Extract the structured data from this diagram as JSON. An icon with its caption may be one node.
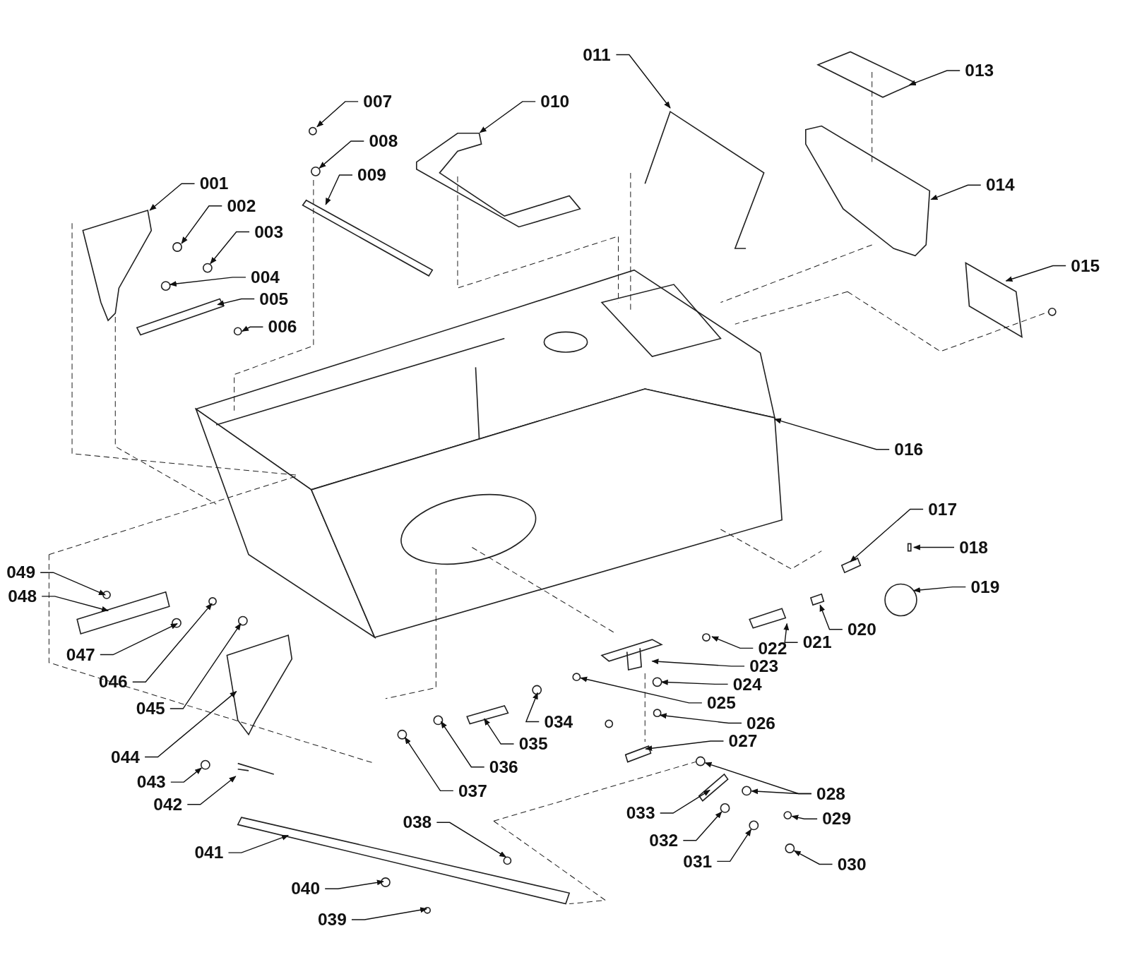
{
  "diagram": {
    "nodes": [
      {
        "text": [
          "001"
        ]
      },
      {
        "text": [
          "002"
        ]
      },
      {
        "text": [
          "003"
        ]
      },
      {
        "text": [
          "004"
        ]
      },
      {
        "text": [
          "005"
        ]
      },
      {
        "text": [
          "006"
        ]
      },
      {
        "text": [
          "007"
        ]
      },
      {
        "text": [
          "008"
        ]
      },
      {
        "text": [
          "009"
        ]
      },
      {
        "text": [
          "010"
        ]
      },
      {
        "text": [
          "011"
        ]
      },
      {
        "text": [
          "013"
        ]
      },
      {
        "text": [
          "014"
        ]
      },
      {
        "text": [
          "015"
        ]
      },
      {
        "text": [
          "016"
        ]
      },
      {
        "text": [
          "017"
        ]
      },
      {
        "text": [
          "018"
        ]
      },
      {
        "text": [
          "019"
        ]
      },
      {
        "text": [
          "020"
        ]
      },
      {
        "text": [
          "021"
        ]
      },
      {
        "text": [
          "022"
        ]
      },
      {
        "text": [
          "023"
        ]
      },
      {
        "text": [
          "024"
        ]
      },
      {
        "text": [
          "025"
        ]
      },
      {
        "text": [
          "026"
        ]
      },
      {
        "text": [
          "027"
        ]
      },
      {
        "text": [
          "028"
        ]
      },
      {
        "text": [
          "029"
        ]
      },
      {
        "text": [
          "030"
        ]
      },
      {
        "text": [
          "031"
        ]
      },
      {
        "text": [
          "032"
        ]
      },
      {
        "text": [
          "033"
        ]
      },
      {
        "text": [
          "034"
        ]
      },
      {
        "text": [
          "035"
        ]
      },
      {
        "text": [
          "036"
        ]
      },
      {
        "text": [
          "037"
        ]
      },
      {
        "text": [
          "038"
        ]
      },
      {
        "text": [
          "039"
        ]
      },
      {
        "text": [
          "040"
        ]
      },
      {
        "text": [
          "041"
        ]
      },
      {
        "text": [
          "042"
        ]
      },
      {
        "text": [
          "043"
        ]
      },
      {
        "text": [
          "044"
        ]
      },
      {
        "text": [
          "045"
        ]
      },
      {
        "text": [
          "046"
        ]
      },
      {
        "text": [
          "047"
        ]
      },
      {
        "text": [
          "048"
        ]
      },
      {
        "text": [
          "049"
        ]
      },
      {
        "text": [],
        "shape": "circle"
      },
      {
        "text": [],
        "shape": "bar"
      },
      {
        "text": [],
        "shape": "circle"
      },
      {
        "text": [],
        "shape": "circle"
      },
      {
        "text": [],
        "shape": "circle"
      },
      {
        "text": [],
        "shape": "circle"
      },
      {
        "text": [],
        "shape": "circle"
      },
      {
        "text": [],
        "shape": "circle"
      },
      {
        "text": [],
        "shape": "circle"
      },
      {
        "text": [],
        "shape": "circle"
      },
      {
        "text": [],
        "shape": "bar"
      }
    ],
    "edges": [
      {
        "from": 0,
        "to": null,
        "arrow": "to"
      },
      {
        "from": 1,
        "to": null,
        "arrow": "to"
      },
      {
        "from": 2,
        "to": null,
        "arrow": "to"
      },
      {
        "from": 3,
        "to": null,
        "arrow": "to"
      },
      {
        "from": 4,
        "to": null,
        "arrow": "to"
      },
      {
        "from": 5,
        "to": null,
        "arrow": "to"
      },
      {
        "from": 6,
        "to": null,
        "arrow": "to"
      },
      {
        "from": 7,
        "to": 48,
        "arrow": "to"
      },
      {
        "from": 8,
        "to": null,
        "arrow": "to"
      },
      {
        "from": 9,
        "to": null,
        "arrow": "to"
      },
      {
        "from": 10,
        "to": null,
        "arrow": "to"
      },
      {
        "from": 11,
        "to": null,
        "arrow": "to"
      },
      {
        "from": 12,
        "to": null,
        "arrow": "to"
      },
      {
        "from": 13,
        "to": null,
        "arrow": "to"
      },
      {
        "from": 14,
        "to": null,
        "arrow": "to"
      },
      {
        "from": 15,
        "to": null,
        "arrow": "to"
      },
      {
        "from": 16,
        "to": 49,
        "arrow": "to"
      },
      {
        "from": 17,
        "to": null,
        "arrow": "to"
      },
      {
        "from": 18,
        "to": null,
        "arrow": "to"
      },
      {
        "from": 19,
        "to": null,
        "arrow": "to"
      },
      {
        "from": 20,
        "to": null,
        "arrow": "to"
      },
      {
        "from": 21,
        "to": null,
        "arrow": "to"
      },
      {
        "from": 22,
        "to": null,
        "arrow": "to"
      },
      {
        "from": 23,
        "to": 50,
        "arrow": "to"
      },
      {
        "from": 24,
        "to": null,
        "arrow": "to"
      },
      {
        "from": 25,
        "to": null,
        "arrow": "to"
      },
      {
        "from": 26,
        "to": 51,
        "arrow": "to"
      },
      {
        "from": 26,
        "to": 56,
        "arrow": "to"
      },
      {
        "from": 27,
        "to": 52,
        "arrow": "to"
      },
      {
        "from": 28,
        "to": 53,
        "arrow": "to"
      },
      {
        "from": 29,
        "to": 55,
        "arrow": "to"
      },
      {
        "from": 30,
        "to": 57,
        "arrow": "to"
      },
      {
        "from": 31,
        "to": 58,
        "arrow": "to"
      },
      {
        "from": 32,
        "to": null,
        "arrow": "to"
      },
      {
        "from": 33,
        "to": null,
        "arrow": "to"
      },
      {
        "from": 34,
        "to": null,
        "arrow": "to"
      },
      {
        "from": 35,
        "to": null,
        "arrow": "to"
      },
      {
        "from": 36,
        "to": null,
        "arrow": "to"
      },
      {
        "from": 37,
        "to": null,
        "arrow": "to"
      },
      {
        "from": 38,
        "to": null,
        "arrow": "to"
      },
      {
        "from": 39,
        "to": null,
        "arrow": "to"
      },
      {
        "from": 40,
        "to": null,
        "arrow": "to"
      },
      {
        "from": 41,
        "to": 54,
        "arrow": "to"
      },
      {
        "from": 42,
        "to": null,
        "arrow": "to"
      },
      {
        "from": 43,
        "to": null,
        "arrow": "to"
      },
      {
        "from": 44,
        "to": null,
        "arrow": "to"
      },
      {
        "from": 45,
        "to": null,
        "arrow": "to"
      },
      {
        "from": 46,
        "to": null,
        "arrow": "to"
      },
      {
        "from": 47,
        "to": null,
        "arrow": "to"
      }
    ]
  }
}
